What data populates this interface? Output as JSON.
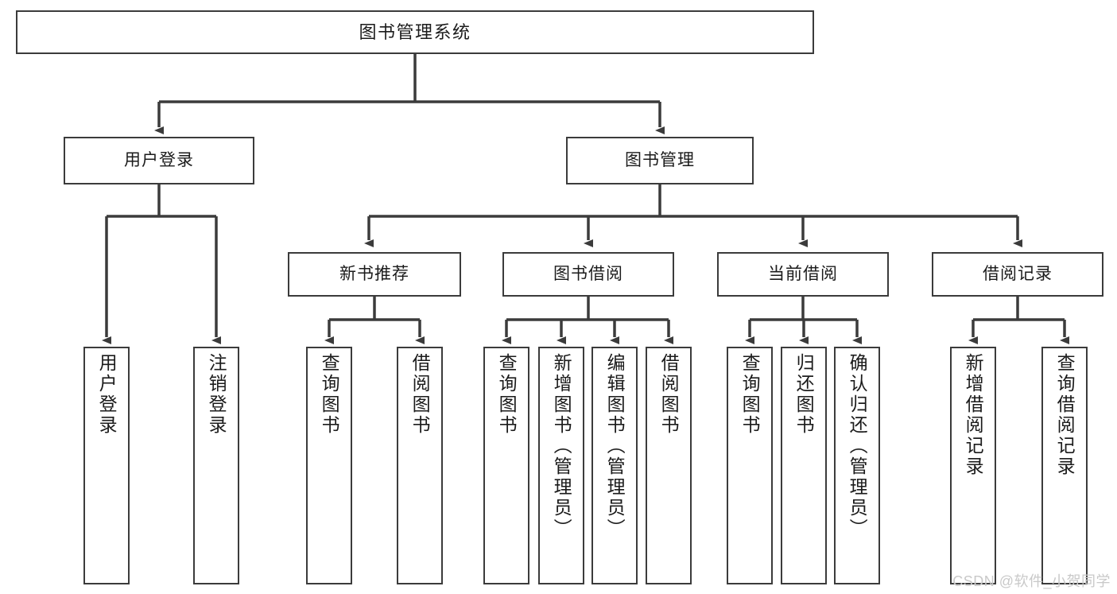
{
  "diagram": {
    "title": "图书管理系统",
    "type": "tree-hierarchy",
    "watermark": "CSDN @软件_小贺同学",
    "colors": {
      "stroke": "#3b3b3b",
      "fill": "#ffffff",
      "text": "#1b1b1b",
      "watermark": "#c9c9c9"
    },
    "nodes": {
      "root": {
        "label": "图书管理系统"
      },
      "level2": [
        {
          "id": "user-login",
          "label": "用户登录"
        },
        {
          "id": "book-manage",
          "label": "图书管理"
        }
      ],
      "level3": [
        {
          "id": "new-book-recommend",
          "label": "新书推荐"
        },
        {
          "id": "book-borrow",
          "label": "图书借阅"
        },
        {
          "id": "current-borrow",
          "label": "当前借阅"
        },
        {
          "id": "borrow-record",
          "label": "借阅记录"
        }
      ],
      "leaves": [
        {
          "id": "leaf-user-login",
          "label": "用户登录",
          "parent": "user-login"
        },
        {
          "id": "leaf-logout-login",
          "label": "注销登录",
          "parent": "user-login"
        },
        {
          "id": "leaf-query-book-1",
          "label": "查询图书",
          "parent": "new-book-recommend"
        },
        {
          "id": "leaf-borrow-book-1",
          "label": "借阅图书",
          "parent": "new-book-recommend"
        },
        {
          "id": "leaf-query-book-2",
          "label": "查询图书",
          "parent": "book-borrow"
        },
        {
          "id": "leaf-add-book",
          "label": "新增图书（管理员）",
          "parent": "book-borrow"
        },
        {
          "id": "leaf-edit-book",
          "label": "编辑图书（管理员）",
          "parent": "book-borrow"
        },
        {
          "id": "leaf-borrow-book-2",
          "label": "借阅图书",
          "parent": "book-borrow"
        },
        {
          "id": "leaf-query-book-3",
          "label": "查询图书",
          "parent": "current-borrow"
        },
        {
          "id": "leaf-return-book",
          "label": "归还图书",
          "parent": "current-borrow"
        },
        {
          "id": "leaf-confirm-return",
          "label": "确认归还（管理员）",
          "parent": "current-borrow"
        },
        {
          "id": "leaf-add-record",
          "label": "新增借阅记录",
          "parent": "borrow-record"
        },
        {
          "id": "leaf-query-record",
          "label": "查询借阅记录",
          "parent": "borrow-record"
        }
      ]
    }
  }
}
